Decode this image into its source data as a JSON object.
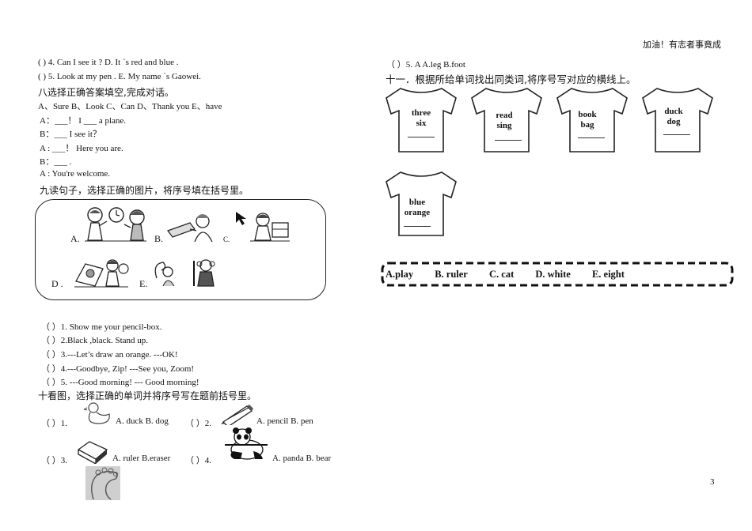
{
  "header": {
    "motto": "加油！有志者事竟成"
  },
  "page_number": "3",
  "left": {
    "matching_lines": [
      "(   ) 4. Can I see it ?         D. It `s red and blue .",
      "(   ) 5. Look at my pen .       E. My name `s Gaowei."
    ],
    "section8": {
      "title": "八选择正确答案填空,完成对话。",
      "options": "A、Sure   B、Look    C、Can   D、Thank you  E、have",
      "dialog": [
        "A：___！ I ___   a plane.",
        "B：___  I  see it？",
        "A :  ___！ Here you are.",
        "B：___    .",
        "A : You're welcome."
      ]
    },
    "section9": {
      "title": "九读句子，选择正确的图片，将序号填在括号里。",
      "labels": [
        "A.",
        "B.",
        "C.",
        "D .",
        "E."
      ],
      "questions": [
        "（      ）1. Show me your pencil-box.",
        "（      ）2.Black ,black. Stand up.",
        "（      ）3.---Let’s draw an orange.  ---OK!",
        "（      ）4.---Goodbye, Zip!   ---See you, Zoom!",
        "（      ）5. ---Good morning!  --- Good morning!"
      ]
    },
    "section10": {
      "title": "十看图，选择正确的单词并将序号写在题前括号里。",
      "items": [
        {
          "num": "（     ）1.",
          "options": "A. duck   B. dog",
          "icon": "duck-icon"
        },
        {
          "num": "（     ）2.",
          "options": "A. pencil  B. pen",
          "icon": "pencil-icon"
        },
        {
          "num": "（     ）3.",
          "options": "A. ruler   B.eraser",
          "icon": "eraser-icon"
        },
        {
          "num": "（     ）4.",
          "options": "A. panda  B. bear",
          "icon": "panda-icon"
        }
      ],
      "item5_icon": "foot-icon"
    }
  },
  "right": {
    "question5": "（      ）5.   A      A.leg    B.foot",
    "section11": {
      "title": "十一．根据所给单词找出同类词,将序号写对应的横线上。",
      "shirts": [
        {
          "line1": "three",
          "line2": "six"
        },
        {
          "line1": "read",
          "line2": "sing"
        },
        {
          "line1": "book",
          "line2": "bag"
        },
        {
          "line1": "duck",
          "line2": "dog"
        },
        {
          "line1": "blue",
          "line2": "orange"
        }
      ],
      "choices": [
        "A.play",
        "B. ruler",
        "C. cat",
        "D. white",
        "E. eight"
      ]
    }
  }
}
